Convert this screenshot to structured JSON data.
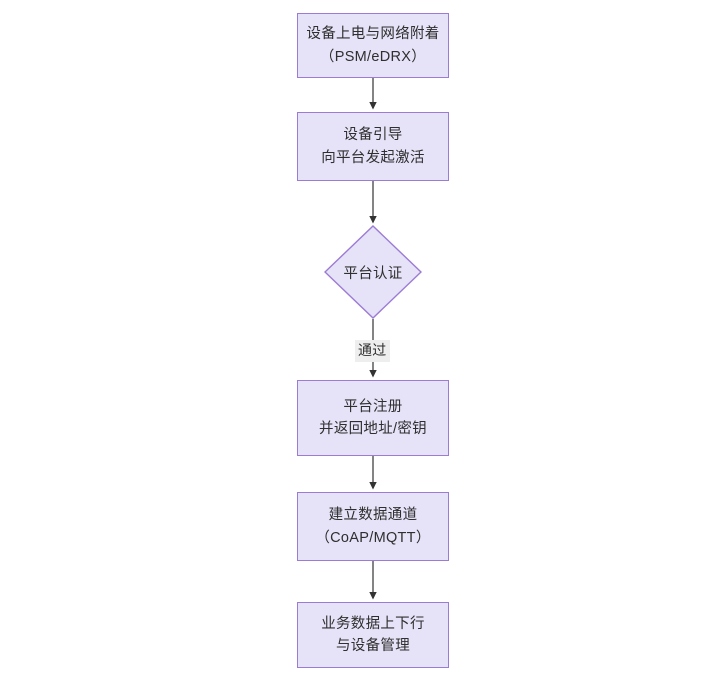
{
  "diagram": {
    "type": "flowchart",
    "direction": "top-to-bottom",
    "title": "",
    "style": {
      "node_fill": "#e6e2f7",
      "node_border": "#9c7bd4",
      "text_color": "#2f2f2f",
      "edge_color": "#333333",
      "edge_label_background": "#eeeeee",
      "background": "#ffffff"
    },
    "nodes": [
      {
        "id": "n1",
        "shape": "rectangle",
        "lines": [
          "设备上电与网络附着",
          "（PSM/eDRX）"
        ]
      },
      {
        "id": "n2",
        "shape": "rectangle",
        "lines": [
          "设备引导",
          "向平台发起激活"
        ]
      },
      {
        "id": "n3",
        "shape": "diamond",
        "lines": [
          "平台认证"
        ]
      },
      {
        "id": "n4",
        "shape": "rectangle",
        "lines": [
          "平台注册",
          "并返回地址/密钥"
        ]
      },
      {
        "id": "n5",
        "shape": "rectangle",
        "lines": [
          "建立数据通道",
          "（CoAP/MQTT）"
        ]
      },
      {
        "id": "n6",
        "shape": "rectangle",
        "lines": [
          "业务数据上下行",
          "与设备管理"
        ]
      }
    ],
    "edges": [
      {
        "from": "n1",
        "to": "n2",
        "label": ""
      },
      {
        "from": "n2",
        "to": "n3",
        "label": ""
      },
      {
        "from": "n3",
        "to": "n4",
        "label": "通过"
      },
      {
        "from": "n4",
        "to": "n5",
        "label": ""
      },
      {
        "from": "n5",
        "to": "n6",
        "label": ""
      }
    ]
  }
}
